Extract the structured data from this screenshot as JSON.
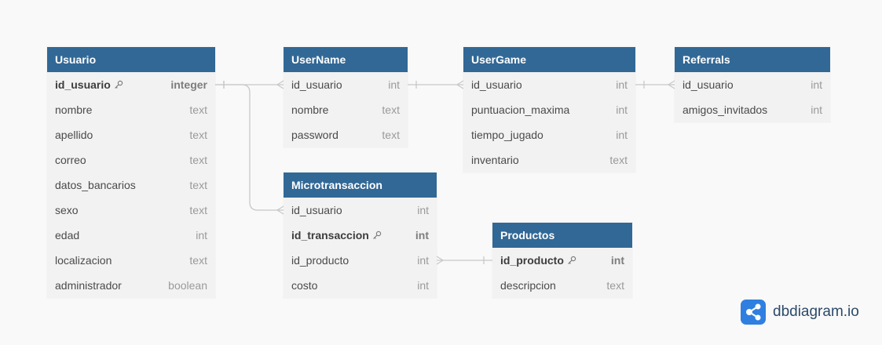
{
  "tables": [
    {
      "id": "Usuario",
      "title": "Usuario",
      "fields": [
        {
          "name": "id_usuario",
          "type": "integer",
          "pk": true
        },
        {
          "name": "nombre",
          "type": "text",
          "pk": false
        },
        {
          "name": "apellido",
          "type": "text",
          "pk": false
        },
        {
          "name": "correo",
          "type": "text",
          "pk": false
        },
        {
          "name": "datos_bancarios",
          "type": "text",
          "pk": false
        },
        {
          "name": "sexo",
          "type": "text",
          "pk": false
        },
        {
          "name": "edad",
          "type": "int",
          "pk": false
        },
        {
          "name": "localizacion",
          "type": "text",
          "pk": false
        },
        {
          "name": "administrador",
          "type": "boolean",
          "pk": false
        }
      ]
    },
    {
      "id": "UserName",
      "title": "UserName",
      "fields": [
        {
          "name": "id_usuario",
          "type": "int",
          "pk": false
        },
        {
          "name": "nombre",
          "type": "text",
          "pk": false
        },
        {
          "name": "password",
          "type": "text",
          "pk": false
        }
      ]
    },
    {
      "id": "UserGame",
      "title": "UserGame",
      "fields": [
        {
          "name": "id_usuario",
          "type": "int",
          "pk": false
        },
        {
          "name": "puntuacion_maxima",
          "type": "int",
          "pk": false
        },
        {
          "name": "tiempo_jugado",
          "type": "int",
          "pk": false
        },
        {
          "name": "inventario",
          "type": "text",
          "pk": false
        }
      ]
    },
    {
      "id": "Referrals",
      "title": "Referrals",
      "fields": [
        {
          "name": "id_usuario",
          "type": "int",
          "pk": false
        },
        {
          "name": "amigos_invitados",
          "type": "int",
          "pk": false
        }
      ]
    },
    {
      "id": "Microtransaccion",
      "title": "Microtransaccion",
      "fields": [
        {
          "name": "id_usuario",
          "type": "int",
          "pk": false
        },
        {
          "name": "id_transaccion",
          "type": "int",
          "pk": true
        },
        {
          "name": "id_producto",
          "type": "int",
          "pk": false
        },
        {
          "name": "costo",
          "type": "int",
          "pk": false
        }
      ]
    },
    {
      "id": "Productos",
      "title": "Productos",
      "fields": [
        {
          "name": "id_producto",
          "type": "int",
          "pk": true
        },
        {
          "name": "descripcion",
          "type": "text",
          "pk": false
        }
      ]
    }
  ],
  "relationships": [
    {
      "from": "Usuario.id_usuario",
      "to": "UserName.id_usuario",
      "from_end": "one",
      "to_end": "many"
    },
    {
      "from": "Usuario.id_usuario",
      "to": "Microtransaccion.id_usuario",
      "from_end": "one",
      "to_end": "many"
    },
    {
      "from": "UserName.id_usuario",
      "to": "UserGame.id_usuario",
      "from_end": "one",
      "to_end": "many"
    },
    {
      "from": "UserGame.id_usuario",
      "to": "Referrals.id_usuario",
      "from_end": "one",
      "to_end": "many"
    },
    {
      "from": "Microtransaccion.id_producto",
      "to": "Productos.id_producto",
      "from_end": "many",
      "to_end": "one"
    }
  ],
  "colors": {
    "header": "#316896",
    "header_text": "#ffffff",
    "body": "#f2f2f2",
    "edge": "#c8c8c8",
    "brand": "#2c4a6b",
    "logo": "#2f7fe0"
  },
  "brand": {
    "text": "dbdiagram.io",
    "icon": "share-nodes-icon"
  }
}
